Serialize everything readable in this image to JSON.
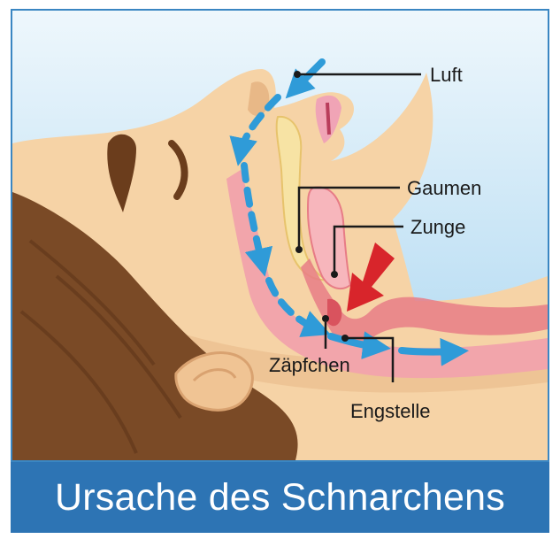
{
  "labels": {
    "luft": "Luft",
    "gaumen": "Gaumen",
    "zunge": "Zunge",
    "zaepfchen": "Zäpfchen",
    "engstelle": "Engstelle"
  },
  "banner": {
    "title": "Ursache des Schnarchens"
  },
  "colors": {
    "sky_top": "#e9f4fb",
    "sky_bottom": "#a9d6f1",
    "skin": "#f6d3a6",
    "skin_shadow": "#e8b887",
    "hair": "#7a4a26",
    "airway": "#f2a5ab",
    "airway_dark": "#d9535e",
    "airflow_arrow": "#2f9bd8",
    "obstruction_arrow": "#d8252b",
    "banner_bg": "#2d74b4",
    "frame": "#3a86c2"
  }
}
